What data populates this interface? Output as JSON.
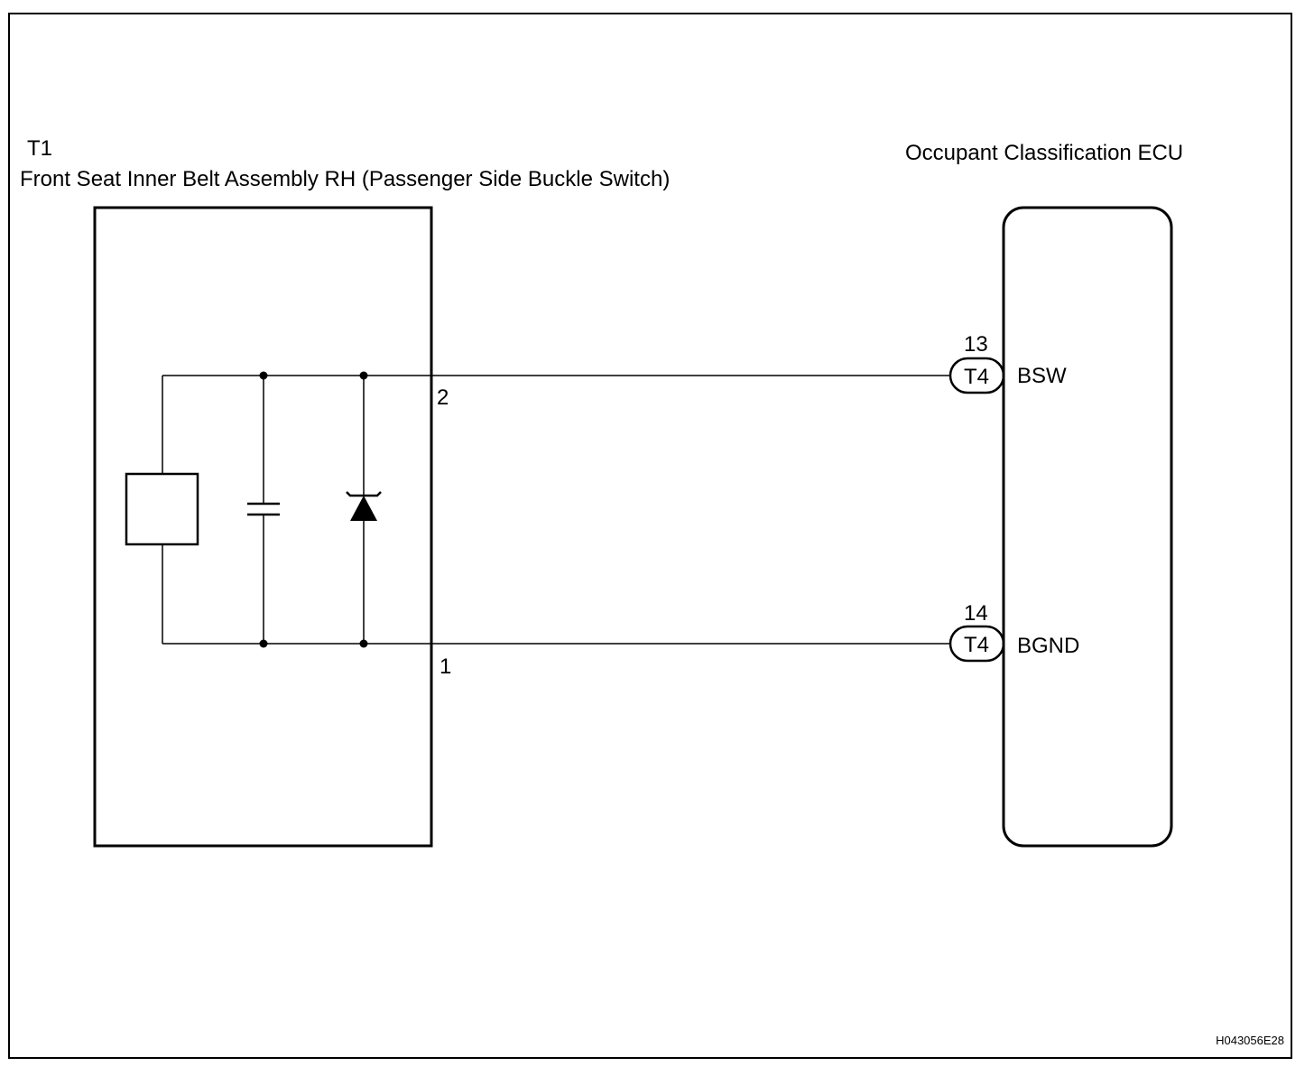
{
  "component_left": {
    "id": "T1",
    "name": "Front Seat Inner Belt Assembly RH (Passenger Side Buckle Switch)",
    "pins": [
      {
        "pin": "2"
      },
      {
        "pin": "1"
      }
    ]
  },
  "component_right": {
    "name": "Occupant Classification ECU",
    "terminals": [
      {
        "pin": "13",
        "connector": "T4",
        "signal": "BSW"
      },
      {
        "pin": "14",
        "connector": "T4",
        "signal": "BGND"
      }
    ]
  },
  "figure_code": "H043056E28",
  "colors": {
    "line": "#000000",
    "background": "#ffffff"
  }
}
